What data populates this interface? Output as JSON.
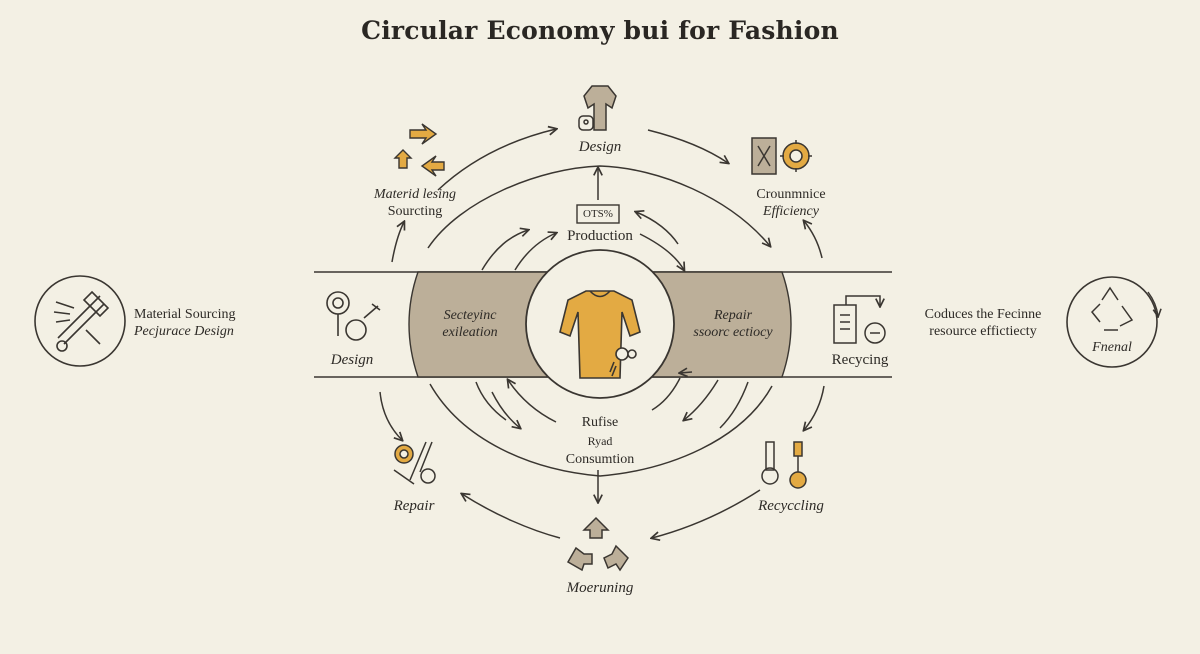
{
  "title": "Circular Economy bui for Fashion",
  "labels": {
    "design_top": "Design",
    "material_top": [
      "Materid lesing",
      "Sourcting"
    ],
    "circular_top": [
      "Crounmnice",
      "Efficiency"
    ],
    "production": "Production",
    "production_tag": "OTS%",
    "left_outer": [
      "Material Sourcing",
      "Pecjurace Design"
    ],
    "right_outer": [
      "Coduces the Fecinne",
      "resource effictiecty"
    ],
    "right_outer_icon": "Fnenal",
    "design_left": "Design",
    "band_left": [
      "Secteyinc",
      "exileation"
    ],
    "band_right": [
      "Repair",
      "ssoorc ectiocy"
    ],
    "recycing_right": "Recycing",
    "center_bottom": [
      "Rufise",
      "Ryad",
      "Consumtion"
    ],
    "repair_bottom": "Repair",
    "recycling_bottom": "Recyccling",
    "bottom": "Moeruning"
  },
  "colors": {
    "background": "#f3f0e4",
    "band": "#bcaf99",
    "accent": "#e3aa43",
    "line": "#3a3631"
  },
  "icons": [
    "dress-mannequin-icon",
    "arrows-sourcing-icon",
    "factory-gear-icon",
    "scissors-brush-icon",
    "pin-tools-icon",
    "clipboard-gear-icon",
    "recycle-icon",
    "dress-icon",
    "gear-tools-icon",
    "thermometer-tools-icon",
    "recycle-arrows-icon"
  ]
}
